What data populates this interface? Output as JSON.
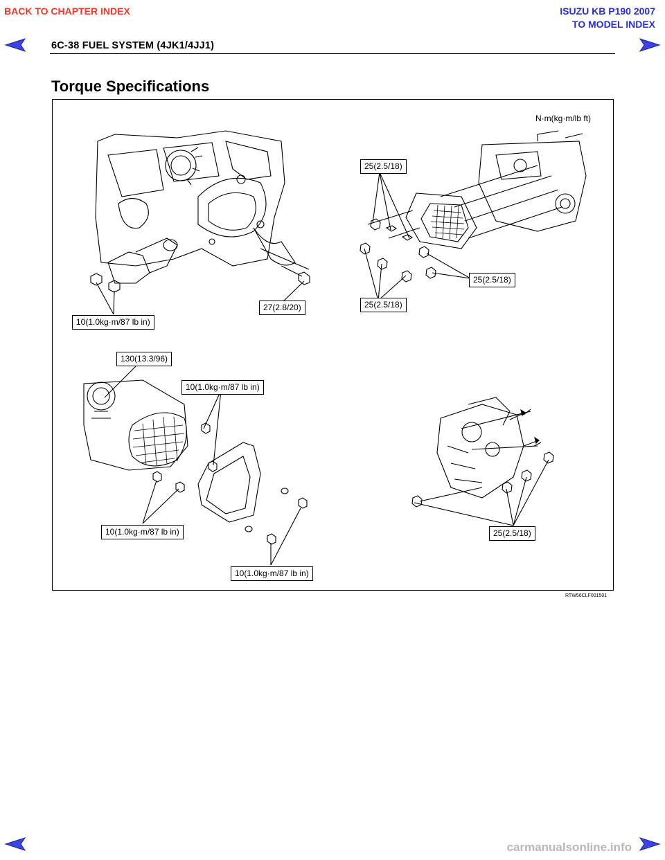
{
  "nav": {
    "back_chapter": "BACK TO CHAPTER INDEX",
    "model_title": "ISUZU KB P190 2007",
    "model_index": "TO MODEL INDEX"
  },
  "header": {
    "page_title": "6C-38  FUEL SYSTEM (4JK1/4JJ1)"
  },
  "section": {
    "title": "Torque Specifications"
  },
  "figure": {
    "units": "N·m(kg·m/lb ft)",
    "code": "RTW56CLF001501",
    "labels": {
      "tl_bottom_left": "10(1.0kg·m/87 lb in)",
      "tl_bottom_right": "27(2.8/20)",
      "tr_top": "25(2.5/18)",
      "tr_right": "25(2.5/18)",
      "tr_bottom": "25(2.5/18)",
      "bl_top": "130(13.3/96)",
      "bl_upper": "10(1.0kg·m/87 lb in)",
      "bl_lower": "10(1.0kg·m/87 lb in)",
      "bl_bottom": "10(1.0kg·m/87 lb in)",
      "br_bottom": "25(2.5/18)"
    }
  },
  "watermark": "carmanualsonline.info",
  "colors": {
    "back_link": "#ee3a2a",
    "model_link": "#2a2fd6",
    "arrow": "#2a2fd6"
  }
}
